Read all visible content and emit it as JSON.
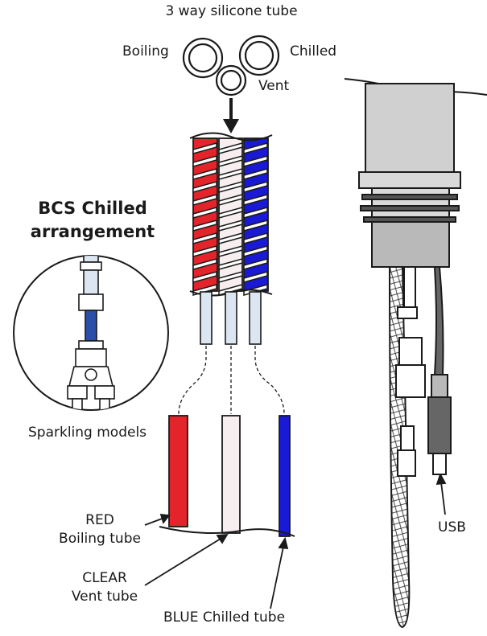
{
  "labels": {
    "tube_title": "3 way silicone tube",
    "boiling": "Boiling",
    "chilled": "Chilled",
    "vent": "Vent",
    "heading_line1": "BCS Chilled",
    "heading_line2": "arrangement",
    "sparkling": "Sparkling models",
    "red_line1": "RED",
    "red_line2": "Boiling tube",
    "clear_line1": "CLEAR",
    "clear_line2": "Vent tube",
    "blue": "BLUE Chilled tube",
    "usb": "USB"
  },
  "colors": {
    "red": "#e3242b",
    "blue": "#1a1ad6",
    "clear": "#f7eef0",
    "line": "#1a1a1a",
    "grey": "#b9b9b9",
    "dark_grey": "#555555",
    "light_blue": "#dce6f2",
    "tube_blue": "#2a4fa8"
  }
}
